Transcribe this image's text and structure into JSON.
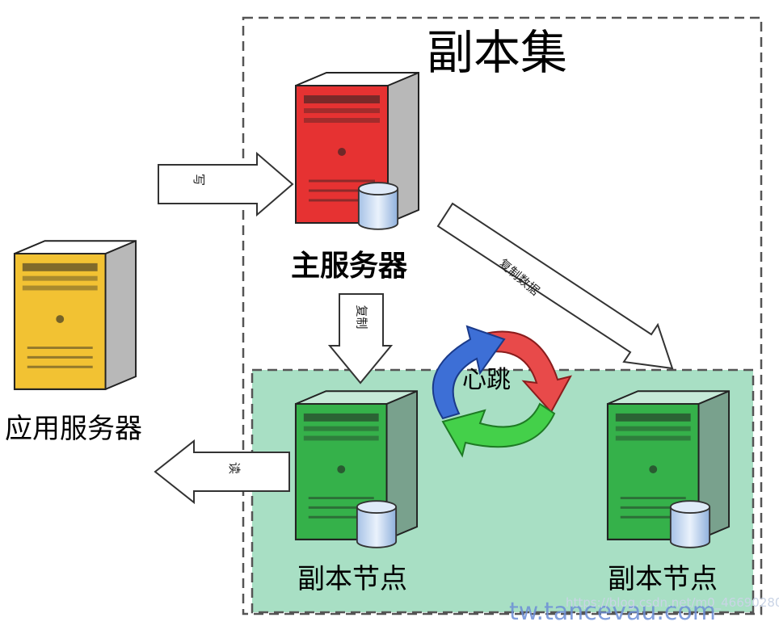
{
  "diagram": {
    "title": "副本集",
    "main_server_label": "主服务器",
    "app_server_label": "应用服务器",
    "replica_node_1_label": "副本节点",
    "replica_node_2_label": "副本节点",
    "heartbeat_label": "心跳",
    "write_label": "写",
    "read_label": "读",
    "copy_label": "复制",
    "copy_data_label": "复制数据"
  },
  "colors": {
    "primary_server": "#e63232",
    "app_server": "#f2c233",
    "replica_server": "#35b14a",
    "replica_area": "#a8dfc4",
    "heartbeat_red": "#e84a4a",
    "heartbeat_blue": "#3d6fd6",
    "heartbeat_green": "#44d04a"
  },
  "watermark": {
    "url_text": "https://blog.csdn.net/m0_46690280",
    "partial_text": "tw.tancevau.com"
  }
}
